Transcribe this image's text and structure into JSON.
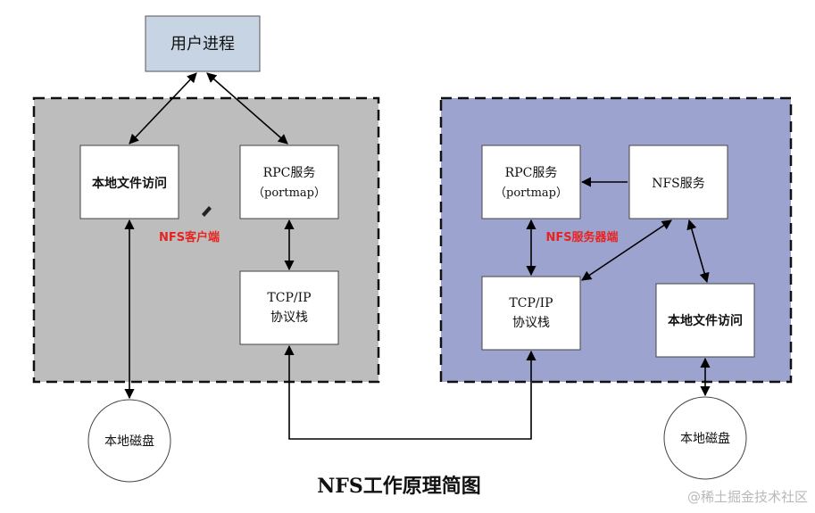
{
  "user_process": {
    "label": "用户进程"
  },
  "client": {
    "label": "NFS客户端",
    "local_file_access": "本地文件访问",
    "rpc_line1": "RPC服务",
    "rpc_line2": "（portmap）",
    "tcp_line1": "TCP/IP",
    "tcp_line2": "协议栈"
  },
  "server": {
    "label": "NFS服务器端",
    "rpc_line1": "RPC服务",
    "rpc_line2": "（portmap）",
    "nfs_service": "NFS服务",
    "tcp_line1": "TCP/IP",
    "tcp_line2": "协议栈",
    "local_file_access": "本地文件访问"
  },
  "disks": {
    "left": "本地磁盘",
    "right": "本地磁盘"
  },
  "caption": "NFS工作原理简图",
  "watermark": "@稀土掘金技术社区",
  "colors": {
    "client_bg": "#bdbdbd",
    "server_bg": "#9da3cf",
    "user_box_bg": "#c7d4e3",
    "accent_red": "#e8231f"
  }
}
